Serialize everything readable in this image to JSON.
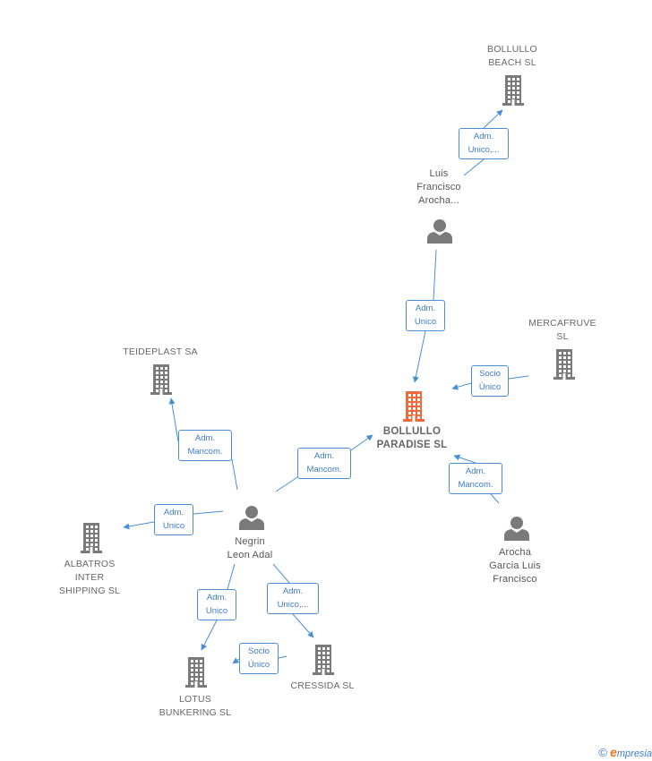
{
  "nodes": [
    {
      "id": "bollullo-paradise",
      "type": "company",
      "main": true,
      "lines": [
        "BOLLULLO",
        "PARADISE  SL"
      ]
    },
    {
      "id": "bollullo-beach",
      "type": "company",
      "lines": [
        "BOLLULLO",
        "BEACH  SL"
      ]
    },
    {
      "id": "luis-francisco",
      "type": "person",
      "lines": [
        "Luis",
        "Francisco",
        "Arocha..."
      ]
    },
    {
      "id": "mercafruve",
      "type": "company",
      "lines": [
        "MERCAFRUVE",
        "SL"
      ]
    },
    {
      "id": "arocha-garcia",
      "type": "person",
      "lines": [
        "Arocha",
        "Garcia Luis",
        "Francisco"
      ]
    },
    {
      "id": "teideplast",
      "type": "company",
      "lines": [
        "TEIDEPLAST SA"
      ]
    },
    {
      "id": "negrin",
      "type": "person",
      "lines": [
        "Negrin",
        "Leon Adal"
      ]
    },
    {
      "id": "albatros",
      "type": "company",
      "lines": [
        "ALBATROS",
        "INTER",
        "SHIPPING  SL"
      ]
    },
    {
      "id": "lotus",
      "type": "company",
      "lines": [
        "LOTUS",
        "BUNKERING SL"
      ]
    },
    {
      "id": "cressida",
      "type": "company",
      "lines": [
        "CRESSIDA  SL"
      ]
    }
  ],
  "edges": [
    {
      "id": "luis-to-beach",
      "lines": [
        "Adm.",
        "Unico,..."
      ]
    },
    {
      "id": "luis-to-paradise",
      "lines": [
        "Adm.",
        "Unico"
      ]
    },
    {
      "id": "mercafruve-to-paradise",
      "lines": [
        "Socio",
        "Único"
      ]
    },
    {
      "id": "arocha-to-paradise",
      "lines": [
        "Adm.",
        "Mancom."
      ]
    },
    {
      "id": "negrin-to-paradise",
      "lines": [
        "Adm.",
        "Mancom."
      ]
    },
    {
      "id": "negrin-to-teideplast",
      "lines": [
        "Adm.",
        "Mancom."
      ]
    },
    {
      "id": "negrin-to-albatros",
      "lines": [
        "Adm.",
        "Unico"
      ]
    },
    {
      "id": "negrin-to-lotus",
      "lines": [
        "Adm.",
        "Unico"
      ]
    },
    {
      "id": "negrin-to-cressida",
      "lines": [
        "Adm.",
        "Unico,..."
      ]
    },
    {
      "id": "cressida-to-lotus",
      "lines": [
        "Socio",
        "Único"
      ]
    }
  ],
  "colors": {
    "main_company": "#f26a3b",
    "company": "#7a7a7a",
    "person": "#7a7a7a",
    "edge": "#4a8fd6",
    "edge_text": "#3d7cc9"
  },
  "footer": {
    "copyright": "©",
    "brand_first": "e",
    "brand_rest": "mpresia"
  }
}
